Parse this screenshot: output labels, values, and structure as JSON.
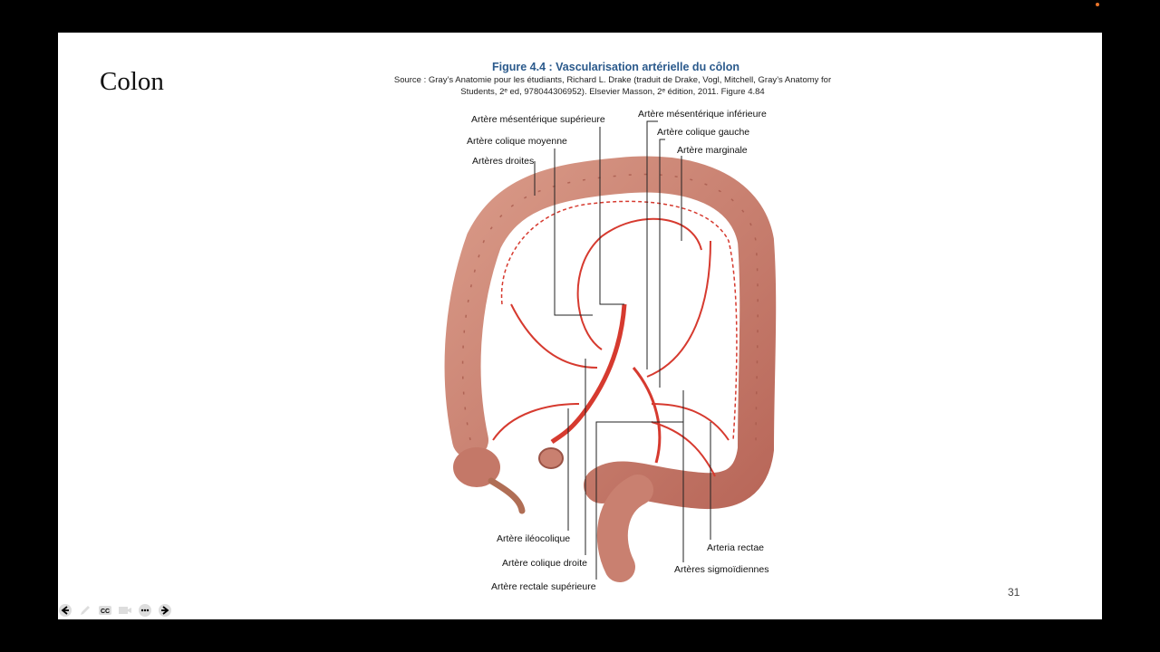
{
  "slide": {
    "title": "Colon",
    "figure_title": "Figure 4.4 : Vascularisation artérielle du côlon",
    "figure_source": "Source : Gray’s Anatomie pour les étudiants, Richard L. Drake (traduit de Drake, Vogl, Mitchell, Gray’s Anatomy for Students, 2ᵉ ed, 978044306952). Elsevier Masson, 2ᵉ édition, 2011. Figure 4.84",
    "page_number": "31"
  },
  "figure": {
    "labels": {
      "sup_mesenteric": "Artère mésentérique supérieure",
      "inf_mesenteric": "Artère mésentérique inférieure",
      "middle_colic": "Artère colique moyenne",
      "left_colic": "Artère colique gauche",
      "right_arteries": "Artères droites",
      "marginal": "Artère marginale",
      "ileocolic": "Artère iléocolique",
      "right_colic": "Artère colique droite",
      "sup_rectal": "Artère rectale supérieure",
      "arteria_rectae": "Arteria rectae",
      "sigmoid": "Artères sigmoïdiennes"
    }
  },
  "controls": {
    "items": [
      "previous-slide",
      "pen-tool",
      "captions",
      "video",
      "more-options",
      "next-slide"
    ]
  },
  "colors": {
    "figure_title": "#2b5a8c",
    "colon": "#c98070",
    "artery": "#d63a2f",
    "accent_dot": "#e8742a"
  }
}
